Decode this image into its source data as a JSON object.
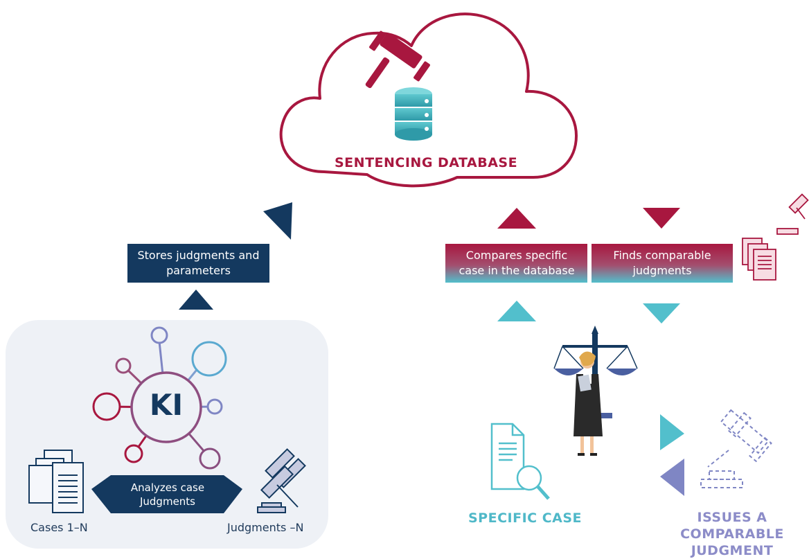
{
  "database": {
    "title": "SENTENCING DATABASE"
  },
  "ai": {
    "label": "KI"
  },
  "labels": {
    "stores": "Stores judgments and parameters",
    "compares": "Compares specific case in the database",
    "finds": "Finds comparable judgments",
    "analyzes": "Analyzes case Judgments",
    "cases": "Cases 1–N",
    "judgments": "Judgments –N",
    "specific_case": "SPECIFIC CASE",
    "issues": "ISSUES A COMPARABLE JUDGMENT"
  },
  "colors": {
    "crimson": "#a8173f",
    "navy": "#14395f",
    "teal": "#52bfcc",
    "violet": "#7f86c4",
    "panel": "#eef1f6"
  },
  "icons": [
    "gavel-icon",
    "database-icon",
    "ai-network-icon",
    "documents-icon",
    "gavels-icon",
    "judge-icon",
    "scales-icon",
    "magnifier-document-icon",
    "dashed-gavel-icon"
  ]
}
